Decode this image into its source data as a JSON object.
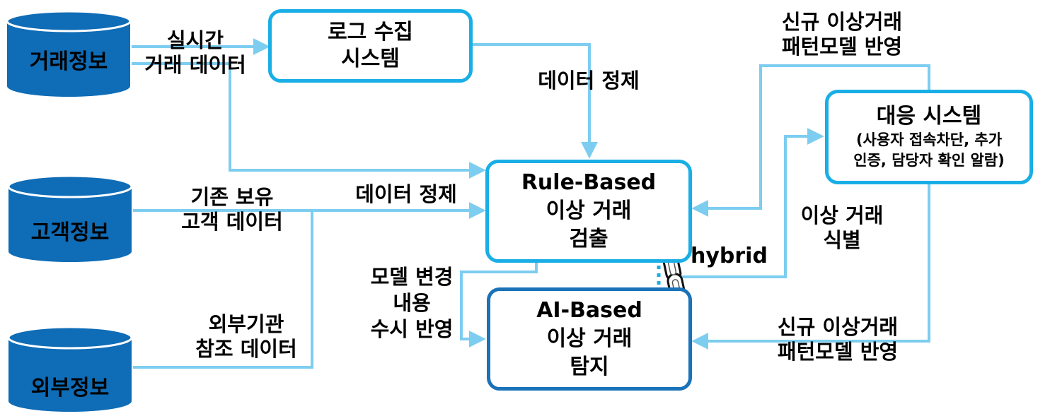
{
  "sources": [
    {
      "label": "거래정보"
    },
    {
      "label": "고객정보"
    },
    {
      "label": "외부정보"
    }
  ],
  "boxes": {
    "log": {
      "lines": [
        "로그 수집",
        "시스템"
      ]
    },
    "rule": {
      "lines": [
        "Rule-Based",
        "이상 거래",
        "검출"
      ]
    },
    "ai": {
      "lines": [
        "AI-Based",
        "이상 거래",
        "탐지"
      ]
    },
    "response": {
      "title": "대응 시스템",
      "sub": [
        "(사용자 접속차단, 추가",
        "인증, 담당자 확인 알람)"
      ]
    }
  },
  "labels": {
    "realtime": [
      "실시간",
      "거래 데이터"
    ],
    "refine1": [
      "데이터 정제"
    ],
    "customer": [
      "기존 보유",
      "고객 데이터"
    ],
    "refine2": [
      "데이터 정제"
    ],
    "external": [
      "외부기관",
      "참조 데이터"
    ],
    "model_change": [
      "모델 변경",
      "내용",
      "수시 반영"
    ],
    "hybrid": [
      "hybrid"
    ],
    "identify": [
      "이상 거래",
      "식별"
    ],
    "pattern_top": [
      "신규 이상거래",
      "패턴모델 반영"
    ],
    "pattern_bottom": [
      "신규 이상거래",
      "패턴모델 반영"
    ]
  },
  "colors": {
    "line": "#7dcdf0",
    "box_light": "#19aee6",
    "box_dark": "#1a72b8",
    "db": "#0f6cb6"
  }
}
